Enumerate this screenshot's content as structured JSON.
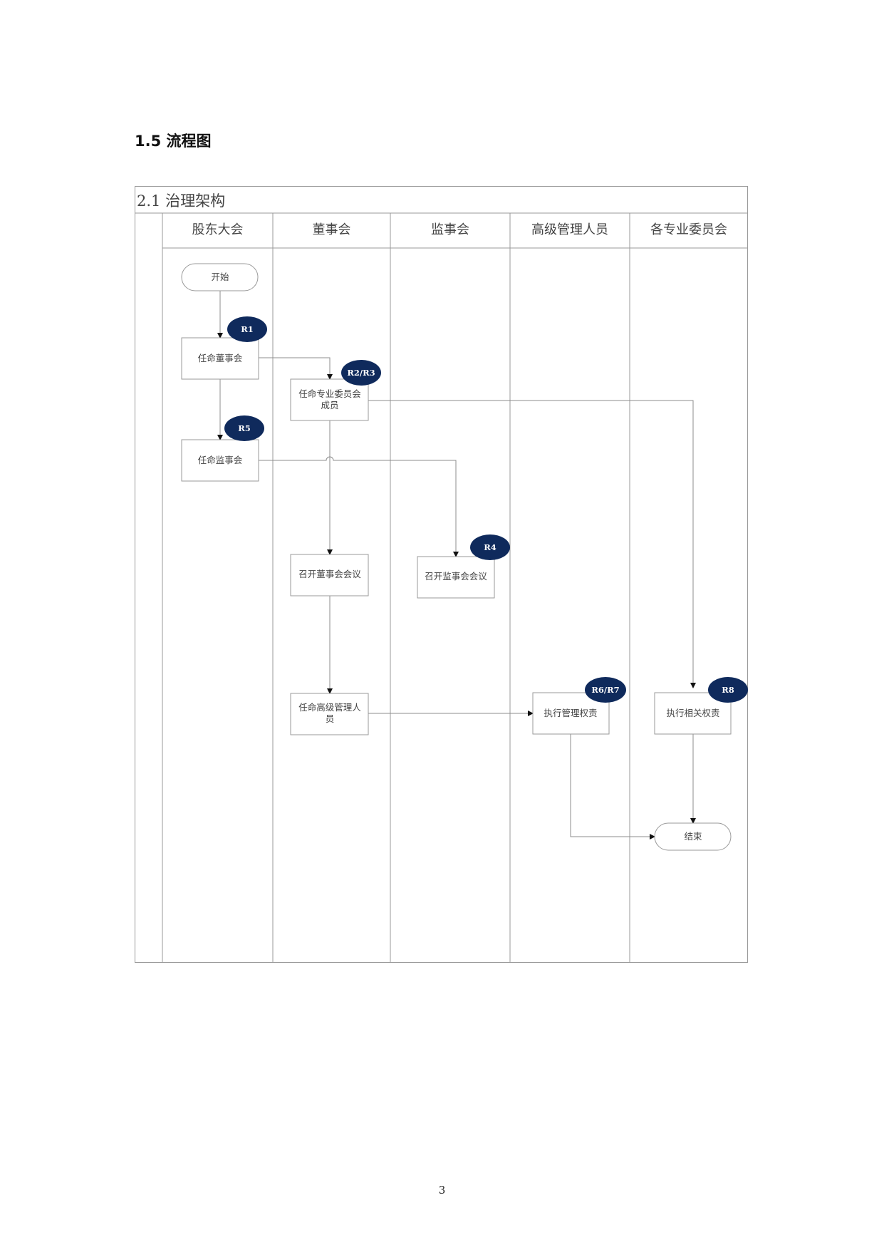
{
  "section": {
    "title": "1.5 流程图"
  },
  "diagram": {
    "caption": "2.1 治理架构",
    "lanes": [
      "股东大会",
      "董事会",
      "监事会",
      "高级管理人员",
      "各专业委员会"
    ],
    "nodes": {
      "start": "开始",
      "appoint_board": "任命董事会",
      "appoint_committee_line1": "任命专业委员会",
      "appoint_committee_line2": "成员",
      "appoint_supervisory": "任命监事会",
      "board_meeting": "召开董事会会议",
      "supervisory_meeting": "召开监事会会议",
      "appoint_senior_line1": "任命高级管理人",
      "appoint_senior_line2": "员",
      "exec_management": "执行管理权责",
      "exec_related": "执行相关权责",
      "end": "结束"
    },
    "badges": {
      "r1": "R1",
      "r2r3": "R2/R3",
      "r5": "R5",
      "r4": "R4",
      "r6r7": "R6/R7",
      "r8": "R8"
    },
    "colors": {
      "badge": "#0f2a5c",
      "lines": "#8c8c8c",
      "arrow": "#111111"
    }
  },
  "footer": {
    "page_number": "3"
  }
}
